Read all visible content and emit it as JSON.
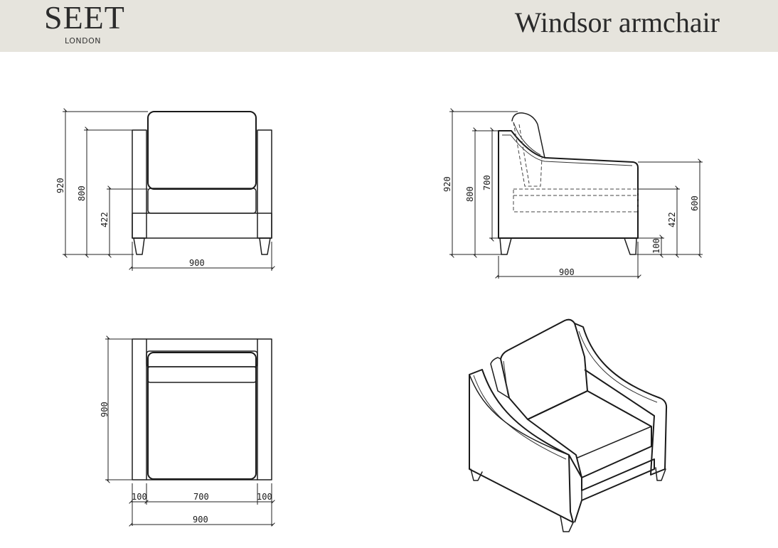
{
  "brand": {
    "name": "SEET",
    "city": "LONDON"
  },
  "product": {
    "title": "Windsor armchair"
  },
  "front_view": {
    "total_height": "920",
    "arm_height": "800",
    "seat_height": "422",
    "width": "900"
  },
  "side_view": {
    "total_height": "920",
    "arm_height": "800",
    "inner_height": "700",
    "seat_height": "422",
    "seat_depth": "600",
    "leg_height": "100",
    "depth": "900"
  },
  "top_view": {
    "depth": "900",
    "arm_left": "100",
    "seat_width": "700",
    "arm_right": "100",
    "width": "900"
  }
}
